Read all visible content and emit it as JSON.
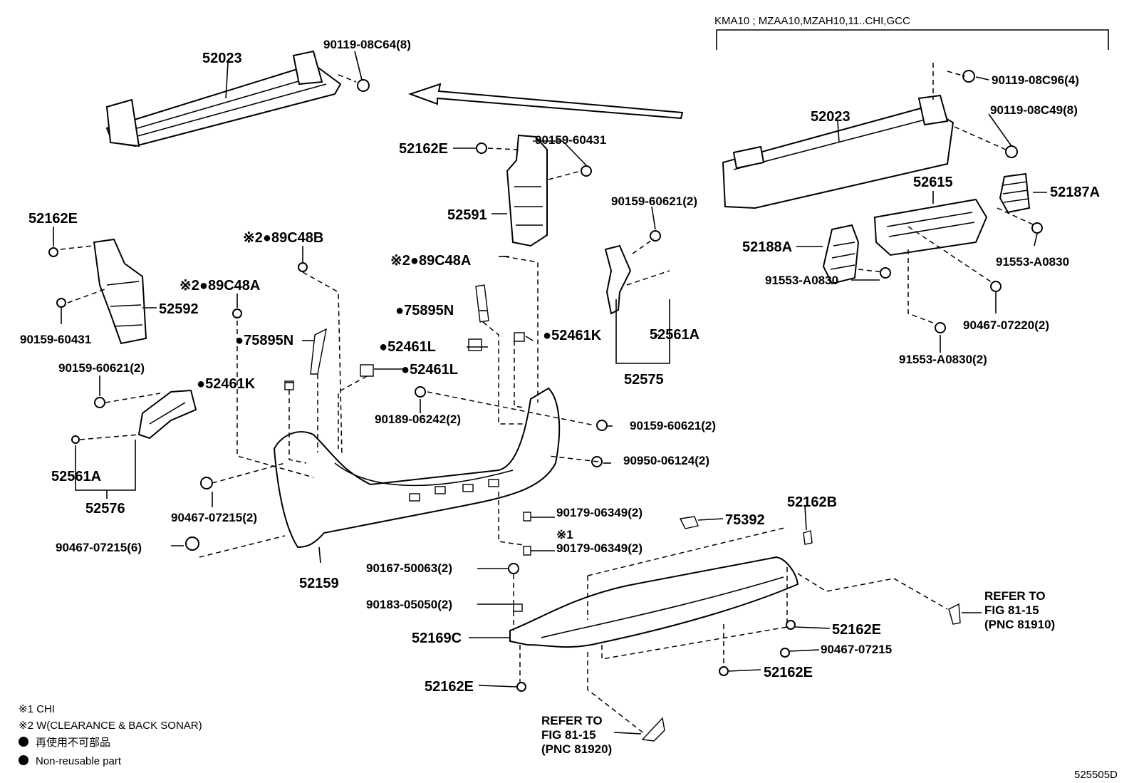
{
  "header": {
    "variant": "KMA10 ; MZAA10,MZAH10,11..CHI,GCC"
  },
  "callouts": [
    {
      "id": "c01",
      "text": "52023",
      "cls": "pn"
    },
    {
      "id": "c02",
      "text": "90119-08C64(8)",
      "cls": "pn-sm"
    },
    {
      "id": "c03",
      "text": "90119-08C96(4)",
      "cls": "pn-sm"
    },
    {
      "id": "c04",
      "text": "52023",
      "cls": "pn"
    },
    {
      "id": "c05",
      "text": "90119-08C49(8)",
      "cls": "pn-sm"
    },
    {
      "id": "c06",
      "text": "52162E",
      "cls": "pn"
    },
    {
      "id": "c07",
      "text": "90159-60431",
      "cls": "pn-sm"
    },
    {
      "id": "c08",
      "text": "52591",
      "cls": "pn"
    },
    {
      "id": "c09",
      "text": "90159-60621(2)",
      "cls": "pn-sm"
    },
    {
      "id": "c10",
      "text": "52615",
      "cls": "pn"
    },
    {
      "id": "c11",
      "text": "52187A",
      "cls": "pn"
    },
    {
      "id": "c12",
      "text": "52188A",
      "cls": "pn"
    },
    {
      "id": "c13",
      "text": "91553-A0830",
      "cls": "pn-sm"
    },
    {
      "id": "c14",
      "text": "91553-A0830",
      "cls": "pn-sm"
    },
    {
      "id": "c15",
      "text": "52162E",
      "cls": "pn"
    },
    {
      "id": "c16",
      "text": "※2●89C48B",
      "cls": "pn"
    },
    {
      "id": "c17",
      "text": "※2●89C48A",
      "cls": "pn"
    },
    {
      "id": "c18",
      "text": "52592",
      "cls": "pn"
    },
    {
      "id": "c19",
      "text": "90159-60431",
      "cls": "pn-sm"
    },
    {
      "id": "c20",
      "text": "※2●89C48A",
      "cls": "pn"
    },
    {
      "id": "c21",
      "text": "●75895N",
      "cls": "pn"
    },
    {
      "id": "c22",
      "text": "●75895N",
      "cls": "pn"
    },
    {
      "id": "c23",
      "text": "●52461L",
      "cls": "pn"
    },
    {
      "id": "c24",
      "text": "●52461K",
      "cls": "pn"
    },
    {
      "id": "c25",
      "text": "52561A",
      "cls": "pn"
    },
    {
      "id": "c26",
      "text": "90467-07220(2)",
      "cls": "pn-sm"
    },
    {
      "id": "c27",
      "text": "52575",
      "cls": "pn"
    },
    {
      "id": "c28",
      "text": "91553-A0830(2)",
      "cls": "pn-sm"
    },
    {
      "id": "c29",
      "text": "90159-60621(2)",
      "cls": "pn-sm"
    },
    {
      "id": "c30",
      "text": "●52461L",
      "cls": "pn"
    },
    {
      "id": "c31",
      "text": "●52461K",
      "cls": "pn"
    },
    {
      "id": "c32",
      "text": "90189-06242(2)",
      "cls": "pn-sm"
    },
    {
      "id": "c33",
      "text": "90159-60621(2)",
      "cls": "pn-sm"
    },
    {
      "id": "c34",
      "text": "90950-06124(2)",
      "cls": "pn-sm"
    },
    {
      "id": "c35",
      "text": "52561A",
      "cls": "pn"
    },
    {
      "id": "c36",
      "text": "52576",
      "cls": "pn"
    },
    {
      "id": "c37",
      "text": "90467-07215(2)",
      "cls": "pn-sm"
    },
    {
      "id": "c38",
      "text": "90179-06349(2)",
      "cls": "pn-sm"
    },
    {
      "id": "c39",
      "text": "75392",
      "cls": "pn"
    },
    {
      "id": "c40",
      "text": "52162B",
      "cls": "pn"
    },
    {
      "id": "c41",
      "text": "※1",
      "cls": "pn-sm"
    },
    {
      "id": "c42",
      "text": "90179-06349(2)",
      "cls": "pn-sm"
    },
    {
      "id": "c43",
      "text": "90467-07215(6)",
      "cls": "pn-sm"
    },
    {
      "id": "c44",
      "text": "52159",
      "cls": "pn"
    },
    {
      "id": "c45",
      "text": "90167-50063(2)",
      "cls": "pn-sm"
    },
    {
      "id": "c46",
      "text": "REFER TO",
      "cls": "pn-sm"
    },
    {
      "id": "c47",
      "text": "FIG 81-15",
      "cls": "pn-sm"
    },
    {
      "id": "c48",
      "text": "(PNC 81910)",
      "cls": "pn-sm"
    },
    {
      "id": "c49",
      "text": "90183-05050(2)",
      "cls": "pn-sm"
    },
    {
      "id": "c50",
      "text": "52162E",
      "cls": "pn"
    },
    {
      "id": "c51",
      "text": "52169C",
      "cls": "pn"
    },
    {
      "id": "c52",
      "text": "90467-07215",
      "cls": "pn-sm"
    },
    {
      "id": "c53",
      "text": "52162E",
      "cls": "pn"
    },
    {
      "id": "c54",
      "text": "52162E",
      "cls": "pn"
    },
    {
      "id": "c55",
      "text": "REFER TO",
      "cls": "pn-sm"
    },
    {
      "id": "c56",
      "text": "FIG 81-15",
      "cls": "pn-sm"
    },
    {
      "id": "c57",
      "text": "(PNC 81920)",
      "cls": "pn-sm"
    }
  ],
  "legend": {
    "note1": "※1 CHI",
    "note2": "※2 W(CLEARANCE & BACK SONAR)",
    "note3": "再使用不可部品",
    "note4": "Non-reusable part"
  },
  "figure_id": "525505D"
}
